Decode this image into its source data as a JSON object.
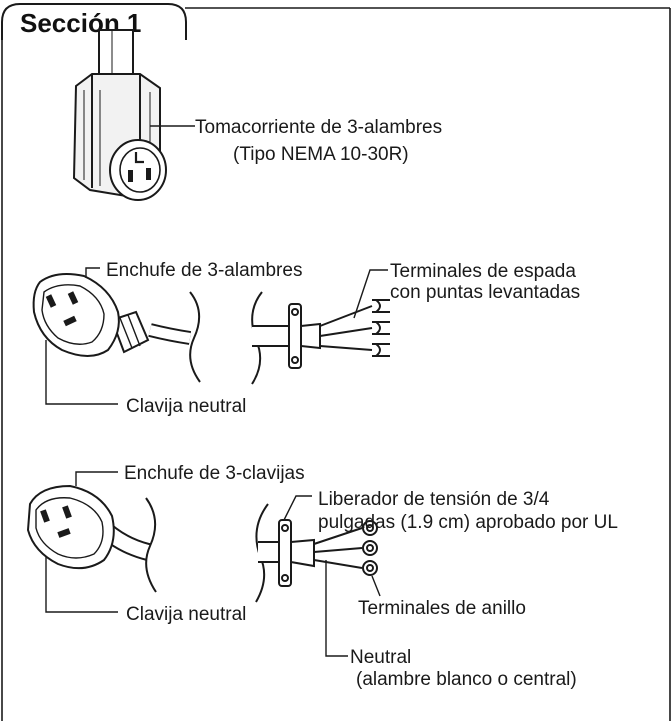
{
  "section": {
    "title": "Sección 1"
  },
  "receptacle": {
    "line1": "Tomacorriente de 3-alambres",
    "line2": "(Tipo NEMA 10-30R)"
  },
  "plug_wire": {
    "plug_label": "Enchufe de 3-alambres",
    "terminals_line1": "Terminales de espada",
    "terminals_line2": "con puntas levantadas",
    "neutral_blade": "Clavija neutral"
  },
  "plug_prong": {
    "plug_label": "Enchufe de 3-clavijas",
    "relief_line1": "Liberador de tensión de 3/4",
    "relief_line2": "pulgadas (1.9 cm) aprobado por UL",
    "ring_terminals": "Terminales de anillo",
    "neutral_blade": "Clavija neutral",
    "neutral_line1": "Neutral",
    "neutral_line2": "(alambre blanco o central)"
  }
}
